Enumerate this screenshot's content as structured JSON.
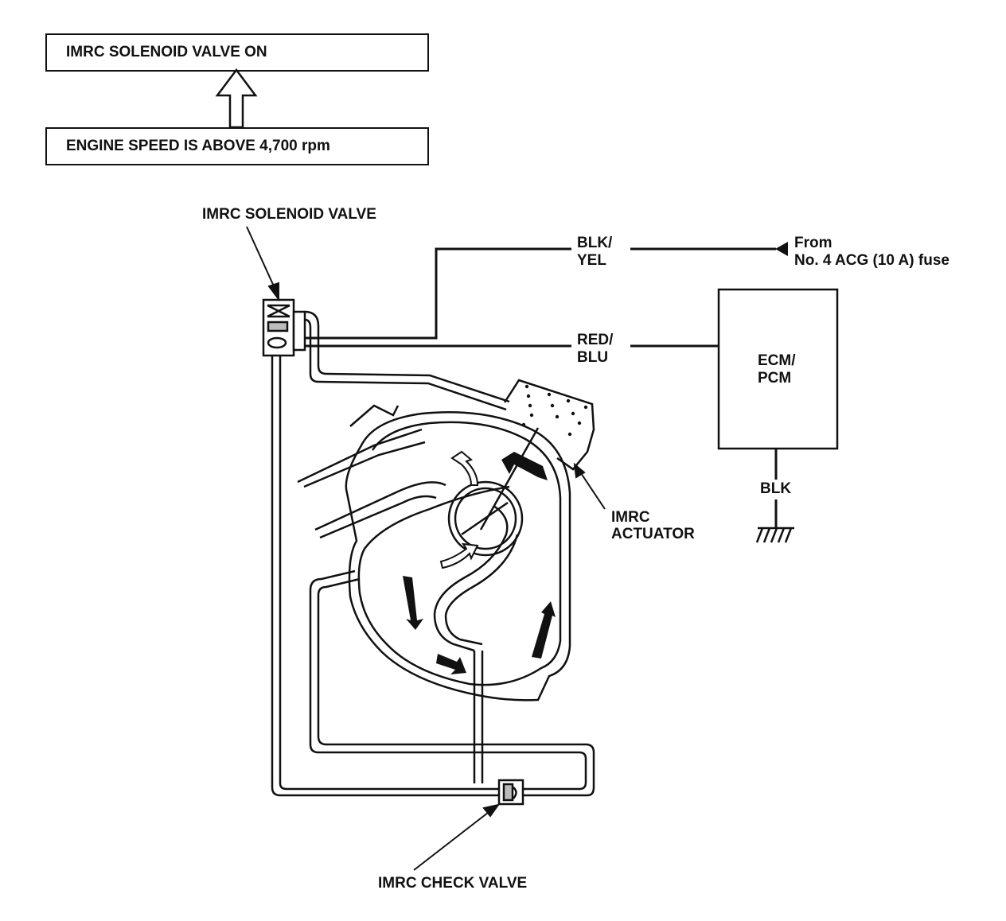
{
  "flow": {
    "top_box": "IMRC SOLENOID VALVE ON",
    "bottom_box": "ENGINE SPEED IS ABOVE 4,700 rpm"
  },
  "labels": {
    "solenoid_valve": "IMRC SOLENOID VALVE",
    "wire_power_1": "BLK/",
    "wire_power_2": "YEL",
    "from_1": "From",
    "from_2": "No. 4 ACG (10 A) fuse",
    "wire_signal_1": "RED/",
    "wire_signal_2": "BLU",
    "ecm_1": "ECM/",
    "ecm_2": "PCM",
    "ground_wire": "BLK",
    "actuator_1": "IMRC",
    "actuator_2": "ACTUATOR",
    "check_valve": "IMRC CHECK VALVE"
  }
}
